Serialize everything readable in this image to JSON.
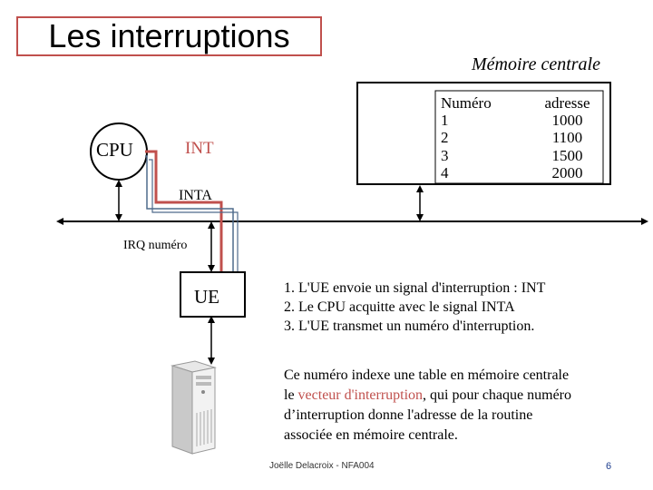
{
  "title": "Les interruptions",
  "memory": {
    "title": "Mémoire centrale",
    "header_num": "Numéro",
    "header_addr": "adresse",
    "rows": [
      {
        "num": "1",
        "addr": "1000"
      },
      {
        "num": "2",
        "addr": "1100"
      },
      {
        "num": "3",
        "addr": "1500"
      },
      {
        "num": "4",
        "addr": "2000"
      }
    ]
  },
  "diagram": {
    "cpu_label": "CPU",
    "int_label": "INT",
    "inta_label": "INTA",
    "irq_label": "IRQ numéro",
    "ue_label": "UE",
    "int_color": "#c0504d",
    "inta_color": "#4f6b8c"
  },
  "steps": [
    "1. L'UE envoie un signal d'interruption : INT",
    "2. Le CPU acquitte avec le signal INTA",
    "3. L'UE transmet un numéro d'interruption."
  ],
  "description": {
    "line1": "Ce numéro indexe une table en mémoire centrale",
    "line2_pre": "le ",
    "line2_highlight": "vecteur d'interruption",
    "line2_post": ", qui pour chaque numéro",
    "line3": "d’interruption donne l'adresse de la routine",
    "line4": "associée en mémoire centrale.",
    "highlight_color": "#c0504d"
  },
  "footer": {
    "author": "Joëlle Delacroix - NFA004",
    "page": "6"
  }
}
